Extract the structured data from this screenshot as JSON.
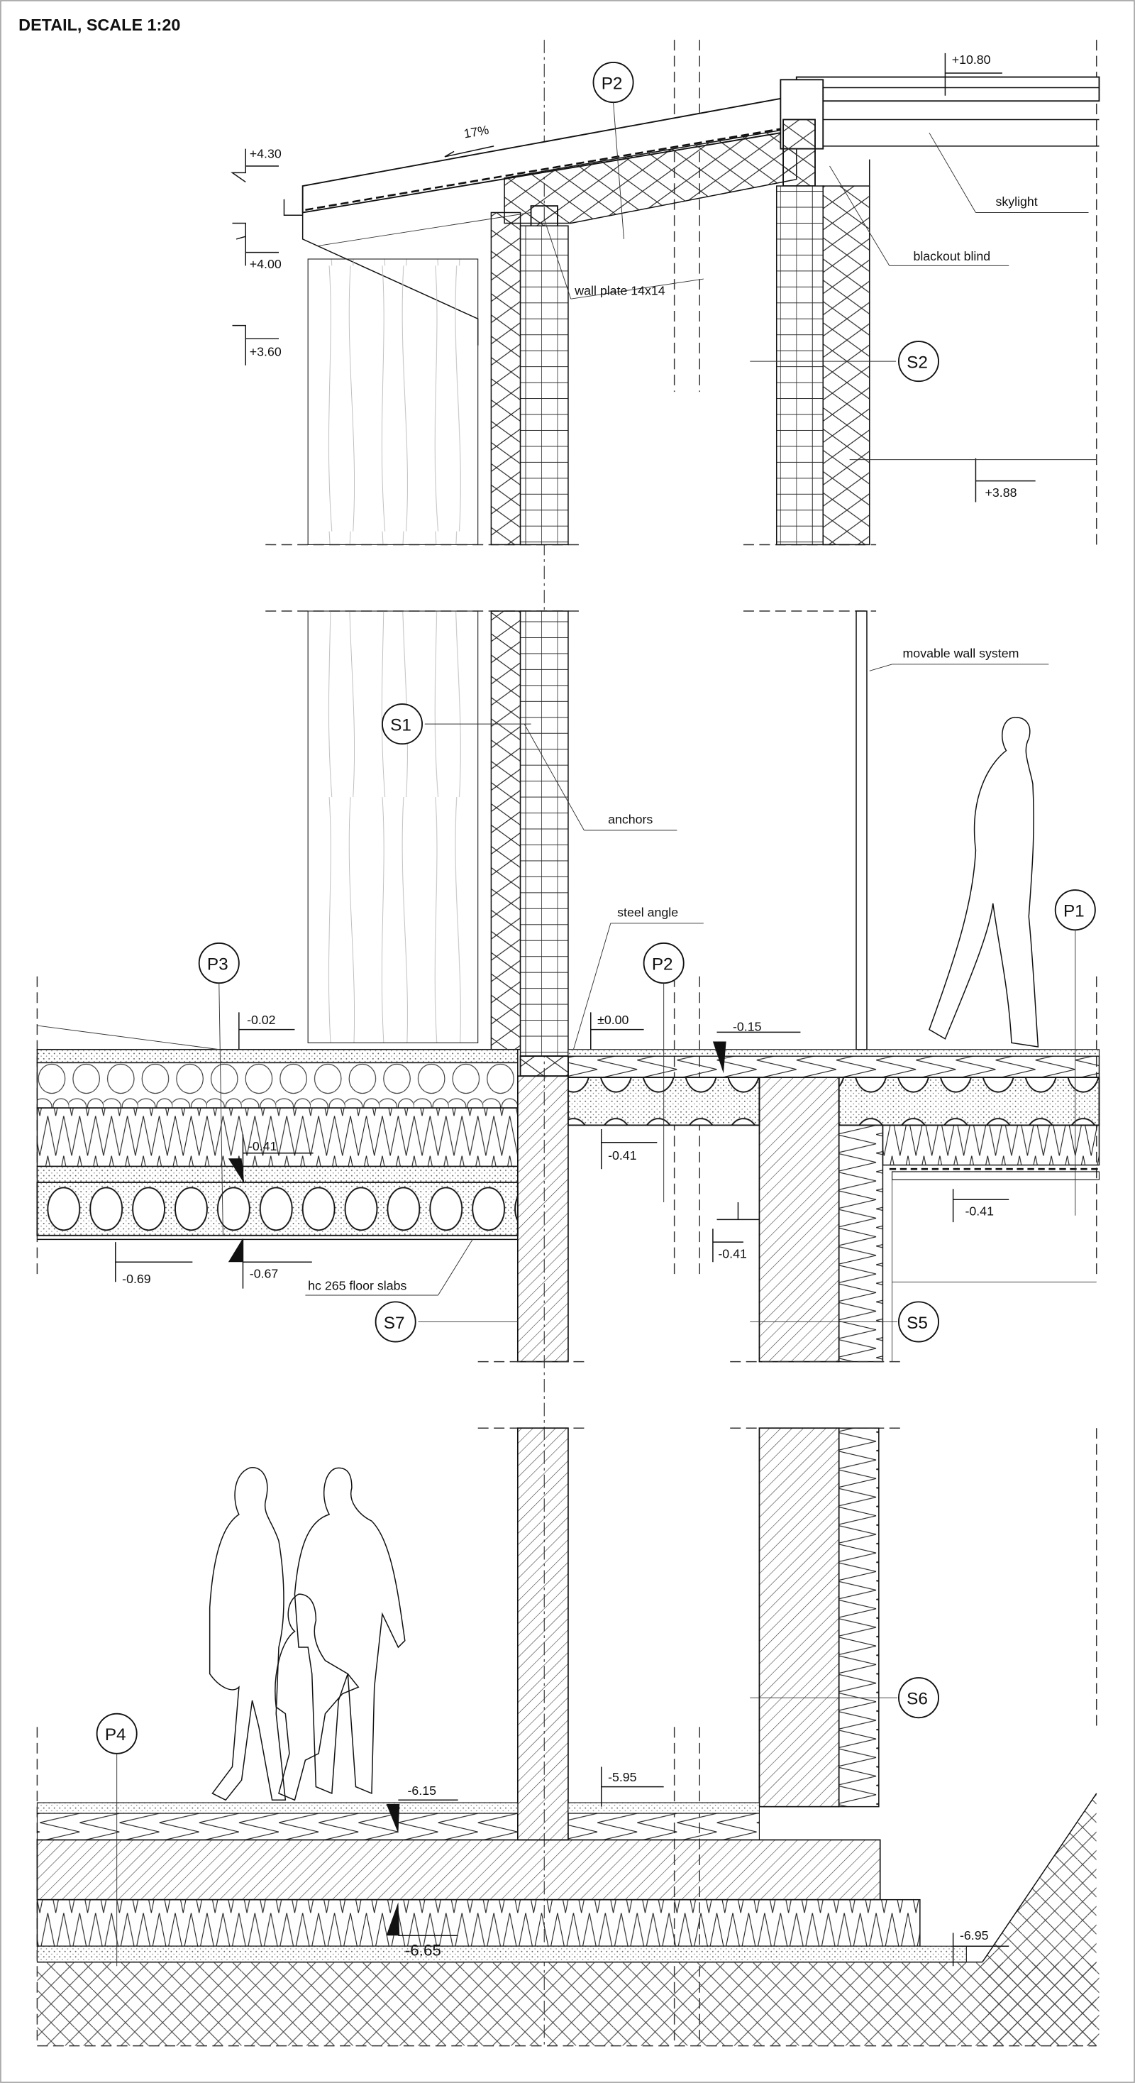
{
  "title": "DETAIL, SCALE 1:20",
  "levels": {
    "l_1080": "+10.80",
    "l_430": "+4.30",
    "l_400": "+4.00",
    "l_360": "+3.60",
    "l_388": "+3.88",
    "l_m002": "-0.02",
    "l_000": "±0.00",
    "l_m015": "-0.15",
    "l_m041a": "-0.41",
    "l_m041b": "-0.41",
    "l_m041c": "-0.41",
    "l_m041d": "-0.41",
    "l_m069": "-0.69",
    "l_m067": "-0.67",
    "l_m615": "-6.15",
    "l_m595": "-5.95",
    "l_m665": "-6.65",
    "l_m695": "-6.95"
  },
  "tags": {
    "p2_top": "P2",
    "s2": "S2",
    "s1": "S1",
    "p1": "P1",
    "p3": "P3",
    "p2_mid": "P2",
    "s7": "S7",
    "s5": "S5",
    "s6": "S6",
    "p4": "P4"
  },
  "notes": {
    "slope": "17%",
    "wall_plate": "wall plate 14x14",
    "skylight": "skylight",
    "blackout_blind": "blackout blind",
    "movable_wall": "movable wall system",
    "anchors": "anchors",
    "steel_angle": "steel angle",
    "floor_slabs": "hc 265 floor slabs"
  }
}
